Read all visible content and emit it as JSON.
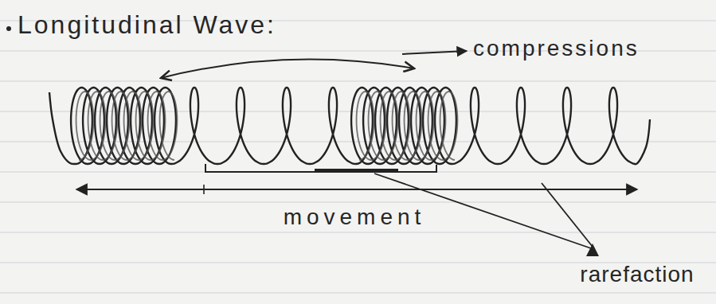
{
  "diagram": {
    "title": "Longitudinal Wave:",
    "labels": [
      "compressions",
      "movement",
      "rarefaction"
    ]
  }
}
